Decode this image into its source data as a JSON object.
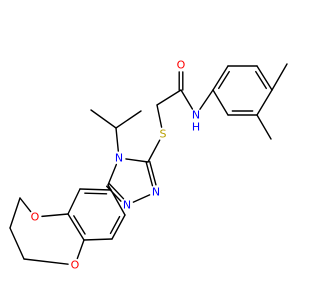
{
  "molecule": {
    "atoms": {
      "o_carbonyl": {
        "symbol": "O",
        "color": "#ff0000"
      },
      "n_amide": {
        "symbol": "N",
        "color": "#0000ff"
      },
      "h_amide": {
        "symbol": "H",
        "color": "#0000ff"
      },
      "s_thioether": {
        "symbol": "S",
        "color": "#b8a000"
      },
      "n_ring4": {
        "symbol": "N",
        "color": "#0000ff"
      },
      "n_ring2": {
        "symbol": "N",
        "color": "#0000ff"
      },
      "n_ring1": {
        "symbol": "N",
        "color": "#0000ff"
      },
      "o_ether_top": {
        "symbol": "O",
        "color": "#ff0000"
      },
      "o_ether_bottom": {
        "symbol": "O",
        "color": "#ff0000"
      }
    }
  }
}
